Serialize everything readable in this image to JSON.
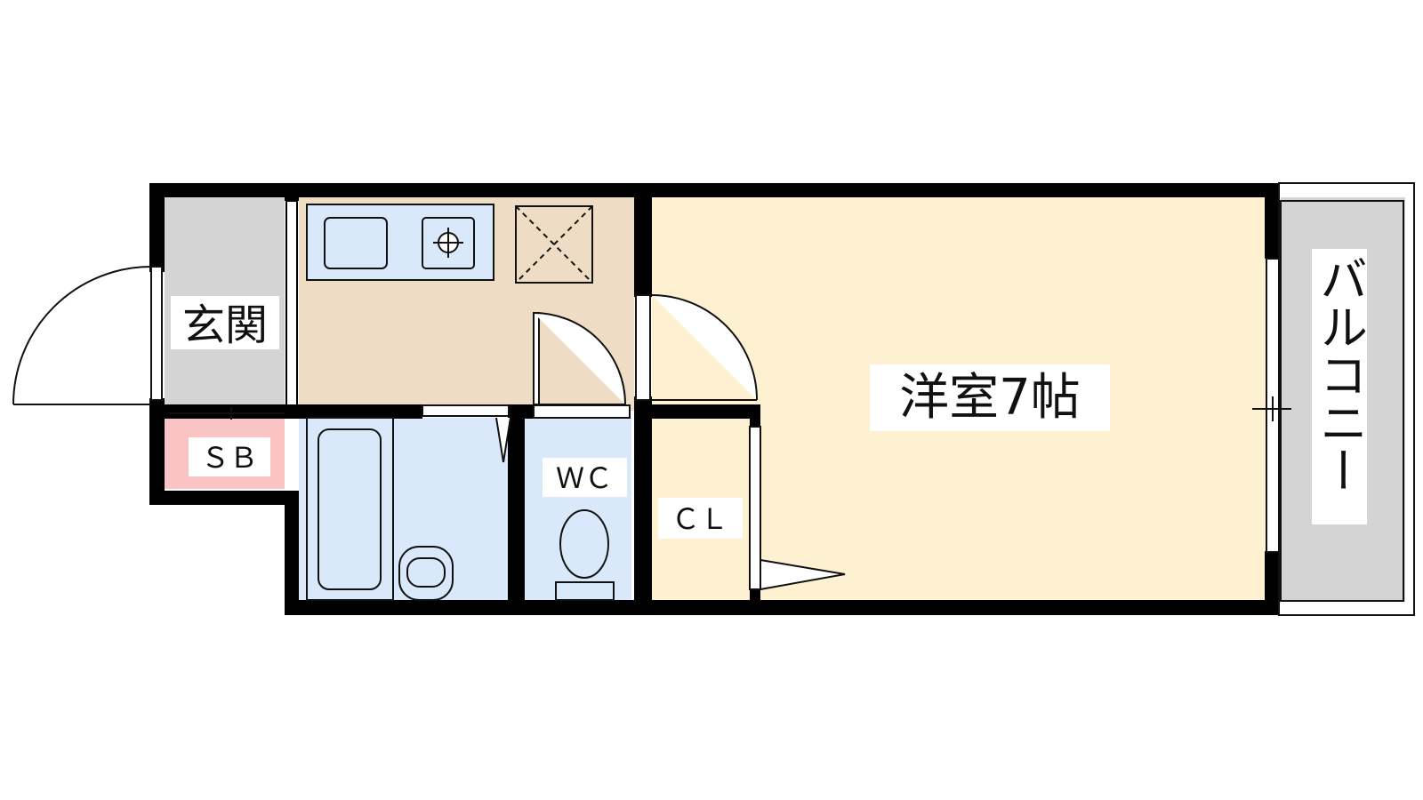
{
  "floorplan": {
    "rooms": {
      "entrance": {
        "label": "玄関",
        "color": "#d4d4d4"
      },
      "shoe_box": {
        "label": "ＳＢ",
        "color": "#fbc4c4"
      },
      "kitchen": {
        "label": "",
        "color": "#eeddc4"
      },
      "bath": {
        "label": "",
        "color": "#d9e9fb"
      },
      "wc": {
        "label": "ＷＣ",
        "color": "#d9e9fb"
      },
      "closet": {
        "label": "ＣＬ",
        "color": "#fbc4c4"
      },
      "western_room": {
        "label": "洋室7帖",
        "color": "#fdf1d2"
      },
      "balcony": {
        "label": "バルコニー",
        "color": "#d4d4d4"
      }
    },
    "colors": {
      "wall": "#000000",
      "fixture": "#d9e9fb",
      "line": "#111111"
    }
  }
}
